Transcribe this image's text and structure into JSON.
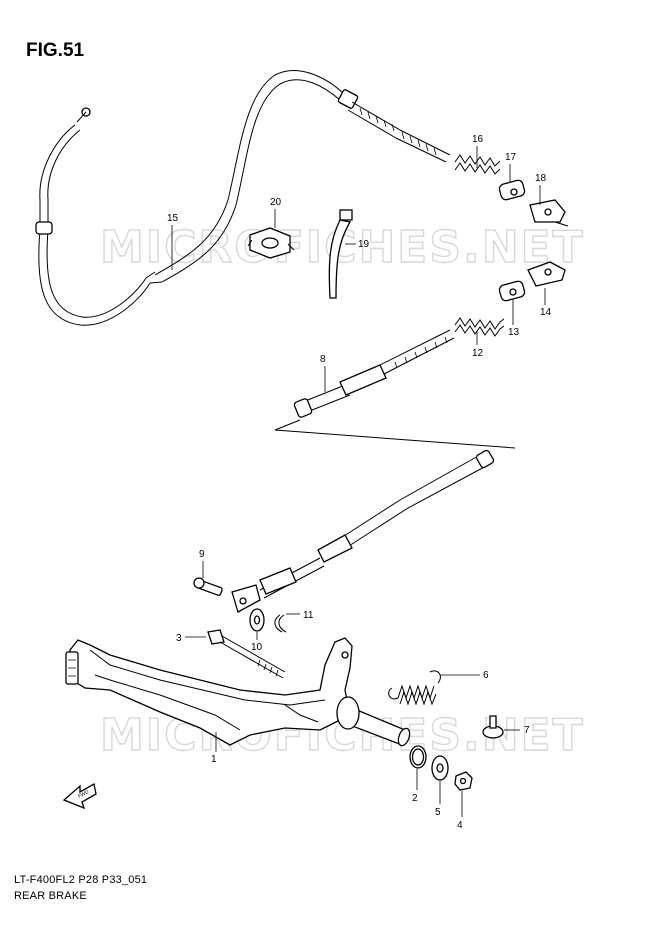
{
  "figure": {
    "title": "FIG.51",
    "model_code": "LT-F400FL2 P28 P33_051",
    "section_name": "REAR BRAKE"
  },
  "watermarks": [
    "MICROFICHES.NET",
    "MICROFICHES.NET"
  ],
  "fwd_label": "FWD",
  "callouts": [
    "1",
    "2",
    "3",
    "4",
    "5",
    "6",
    "7",
    "8",
    "9",
    "10",
    "11",
    "12",
    "13",
    "14",
    "15",
    "16",
    "17",
    "18",
    "19",
    "20"
  ]
}
